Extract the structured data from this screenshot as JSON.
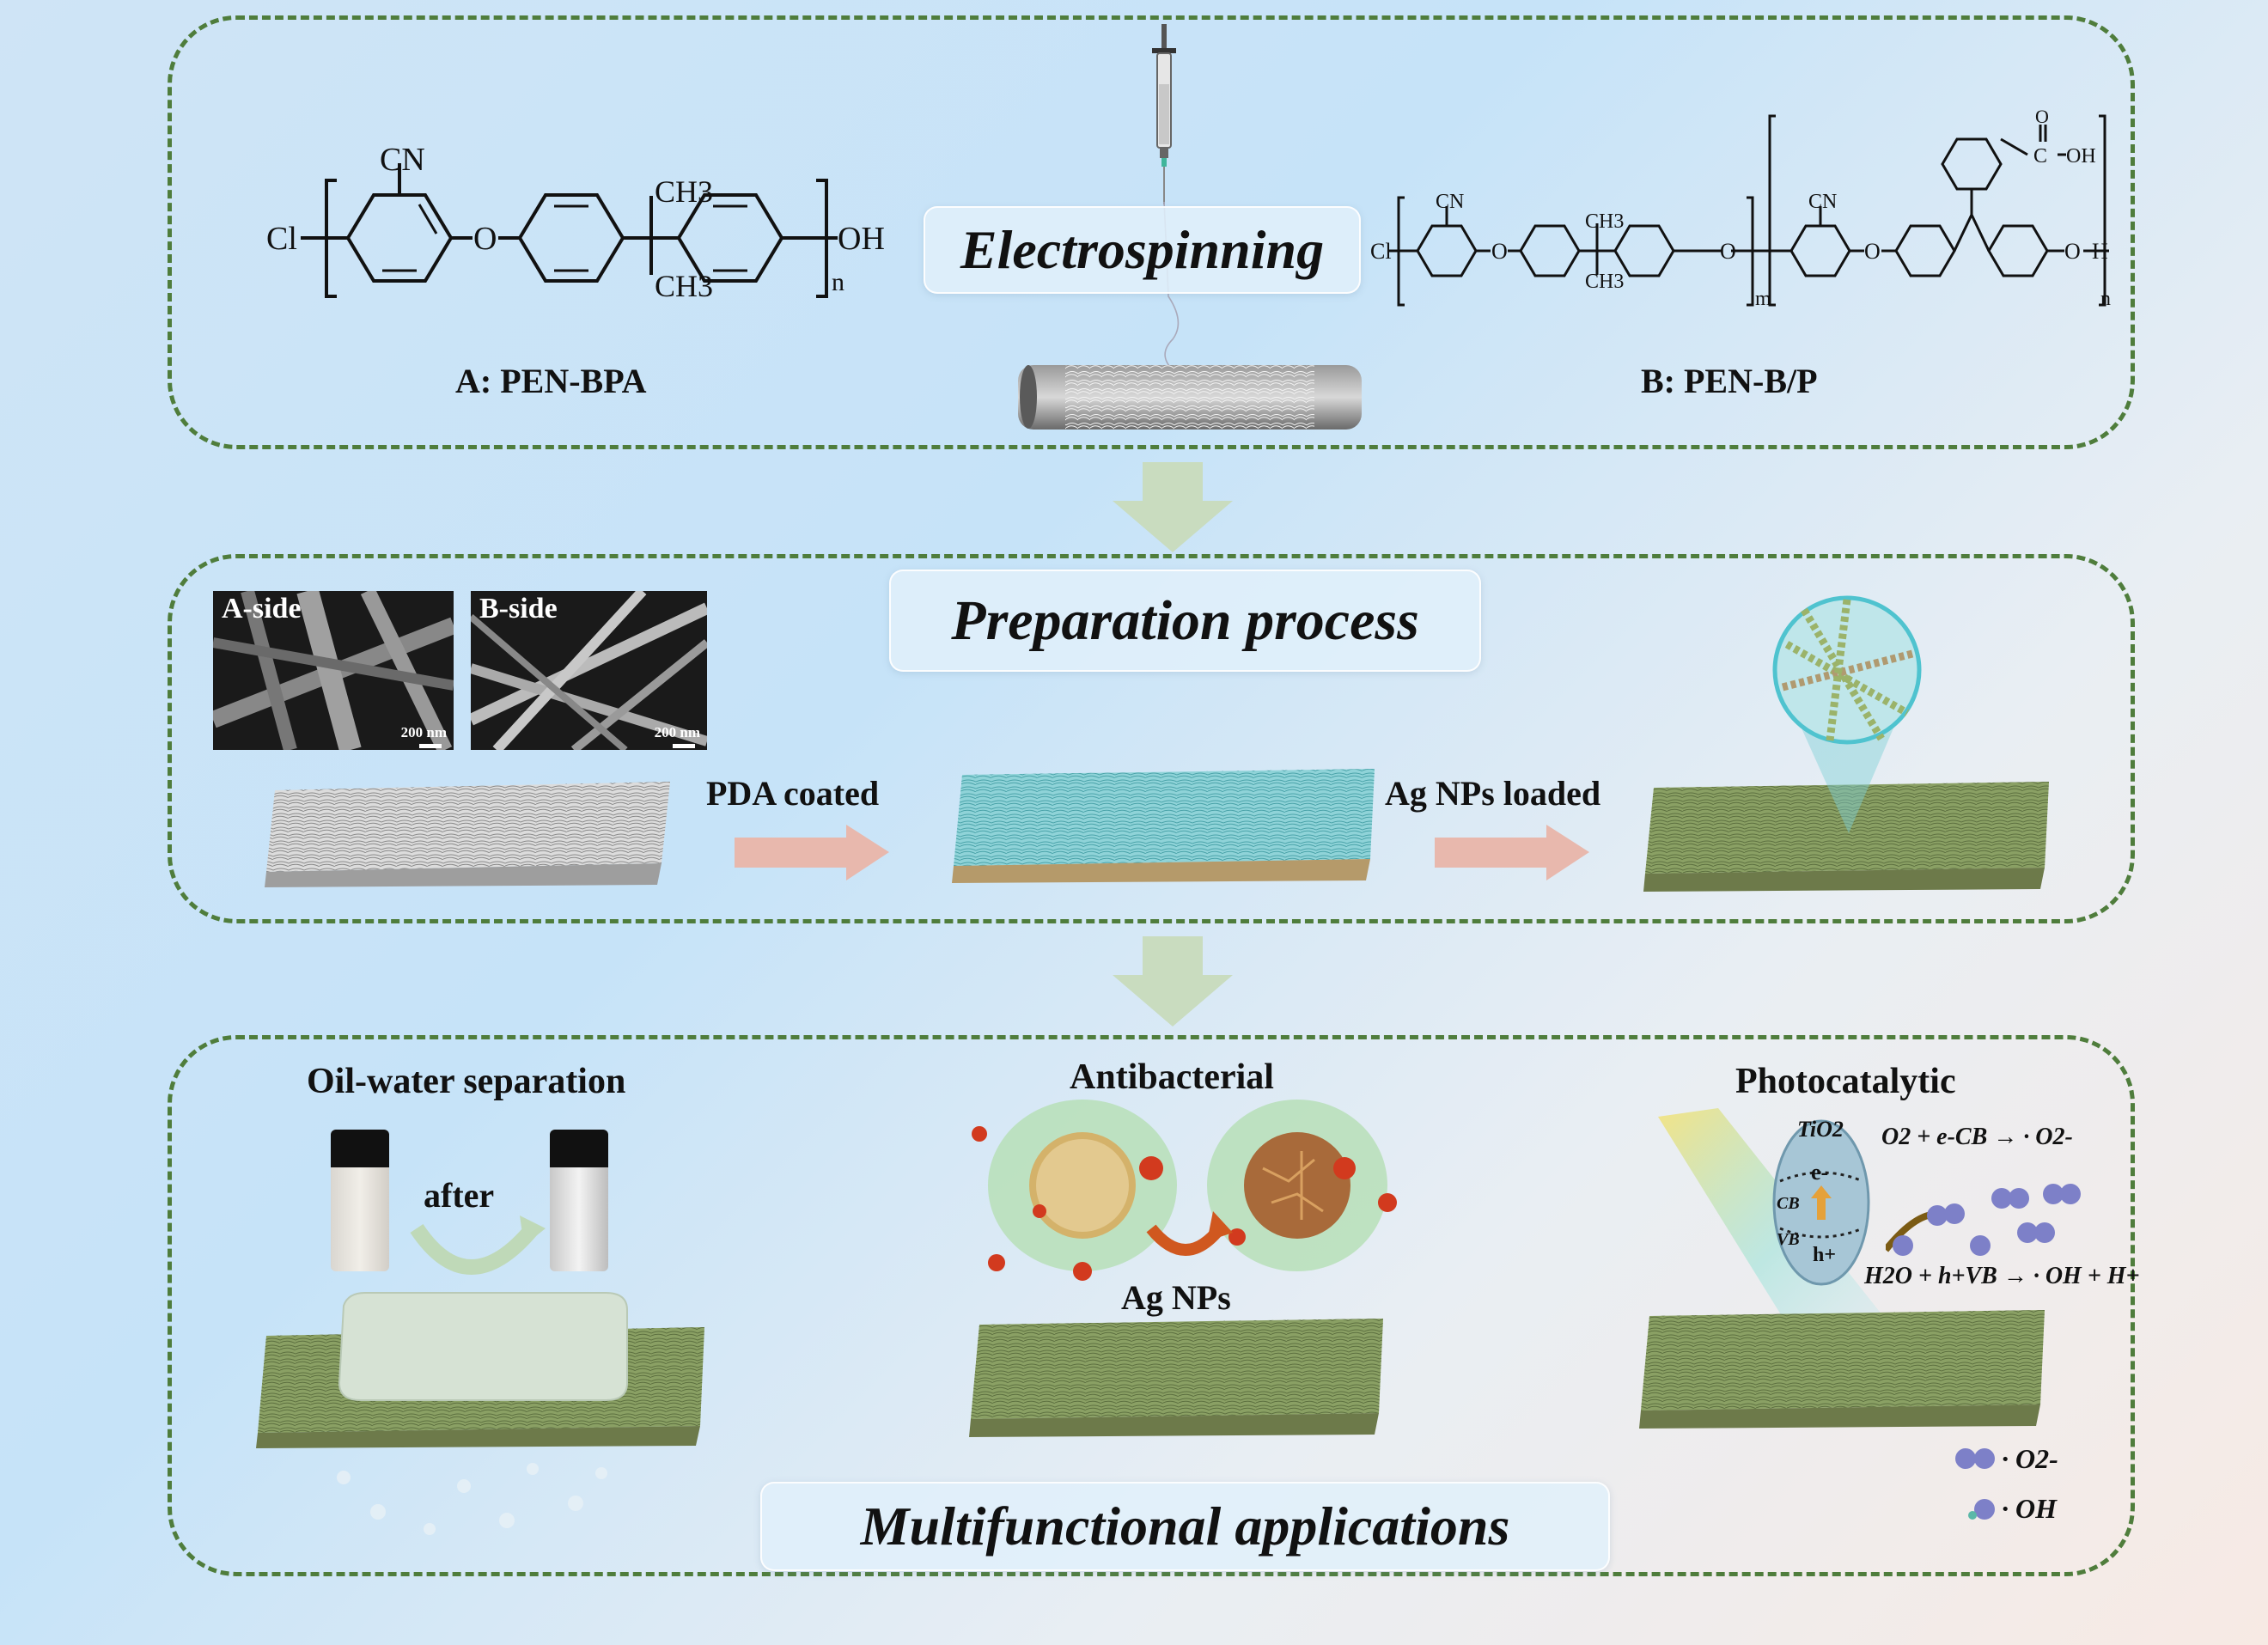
{
  "top": {
    "compound_a": {
      "caption": "A: PEN-BPA",
      "cn": "CN",
      "cl": "Cl",
      "o": "O",
      "ch3_top": "CH3",
      "ch3_bottom": "CH3",
      "oh": "OH",
      "n": "n"
    },
    "center_label": "Electrospinning",
    "compound_b": {
      "caption": "B: PEN-B/P",
      "cl": "Cl",
      "cn1": "CN",
      "cn2": "CN",
      "ch3_top": "CH3",
      "ch3_bottom": "CH3",
      "o": "O",
      "m": "m",
      "n": "n",
      "cooh_o": "O",
      "cooh_c": "C",
      "cooh_oh": "OH",
      "h": "H"
    }
  },
  "middle": {
    "title": "Preparation process",
    "sem_a": {
      "label": "A-side",
      "scale": "200 nm"
    },
    "sem_b": {
      "label": "B-side",
      "scale": "200 nm"
    },
    "step1": "PDA coated",
    "step2": "Ag NPs loaded"
  },
  "bottom": {
    "title": "Multifunctional applications",
    "oil_water": {
      "title": "Oil-water separation",
      "after": "after"
    },
    "antibacterial": {
      "title": "Antibacterial",
      "agnps": "Ag NPs"
    },
    "photocatalytic": {
      "title": "Photocatalytic",
      "tio2": "TiO2",
      "cb": "CB",
      "vb": "VB",
      "e": "e-",
      "h": "h+",
      "eq1": "O2 + e-CB → · O2-",
      "eq2": "H2O + h+VB → · OH + H+",
      "legend_o2": "· O2-",
      "legend_oh": "· OH"
    }
  },
  "colors": {
    "panel_border": "#4f7d3c",
    "big_arrow": "#c9dcbf",
    "step_arrow": "#e8b8ad",
    "mat_white": "#d8d8d8",
    "mat_cyan": "#8fd3d8",
    "mat_green": "#8aa064"
  }
}
